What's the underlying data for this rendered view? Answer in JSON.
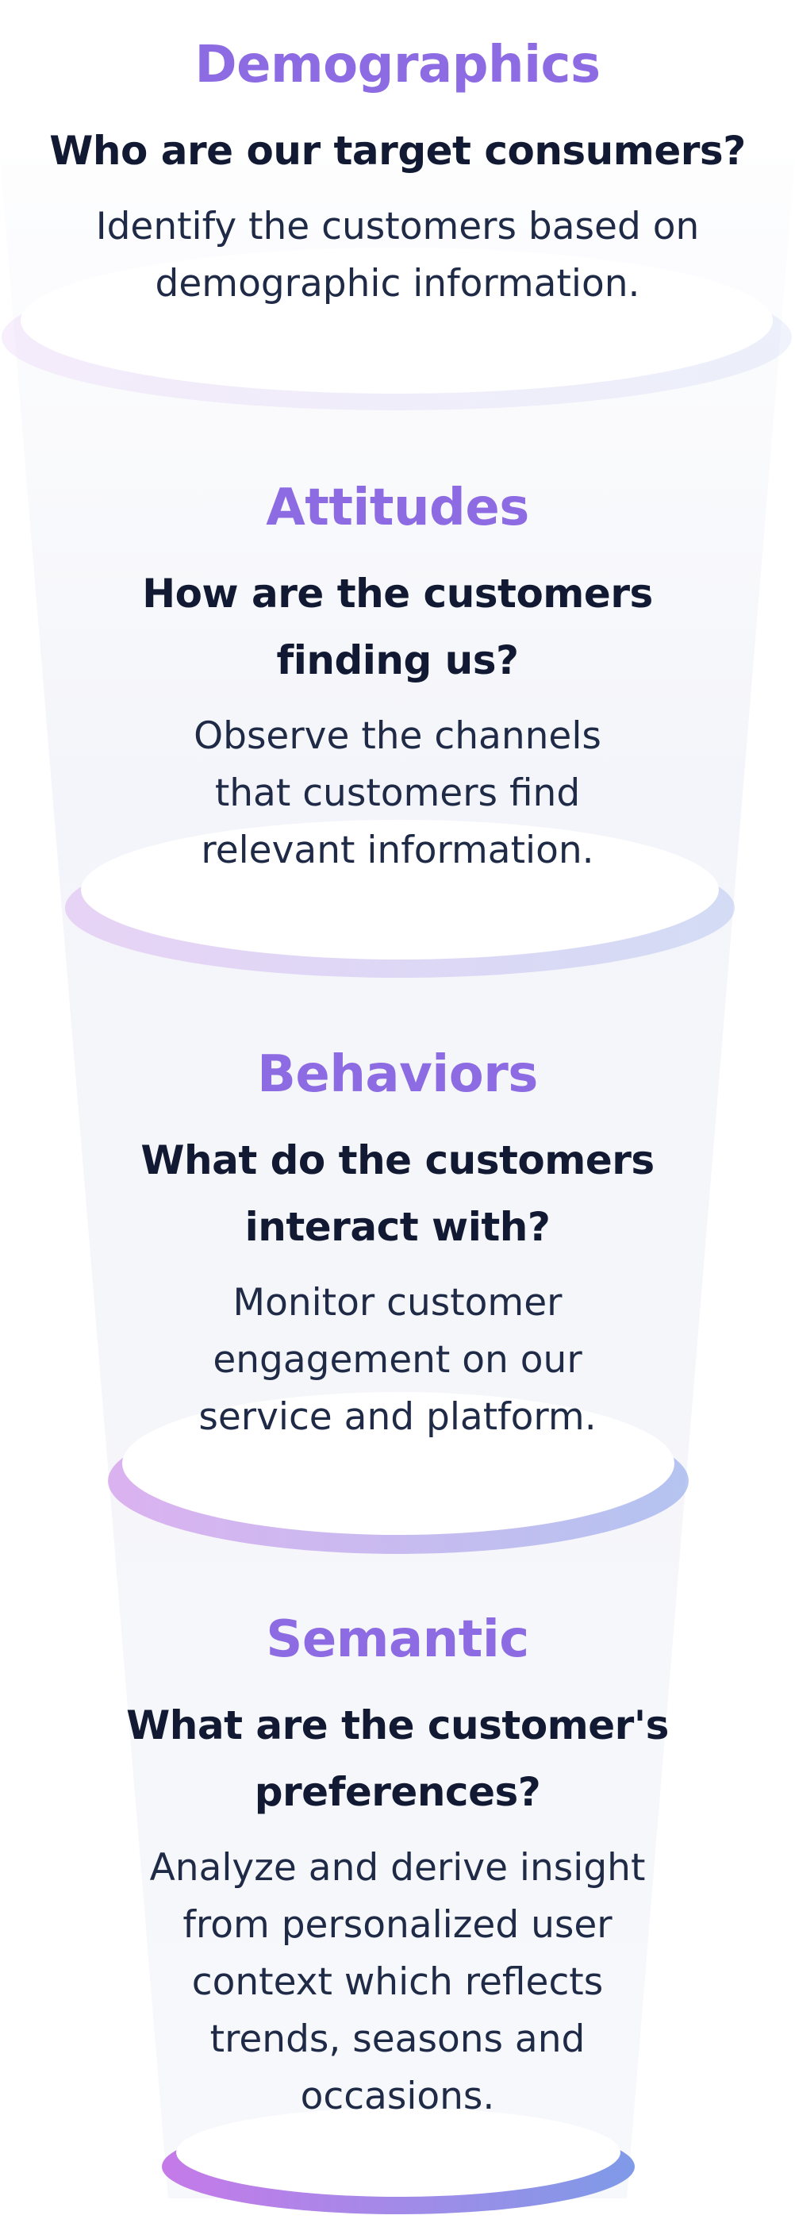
{
  "funnel": {
    "stages": [
      {
        "title": "Demographics",
        "question": "Who are our target consumers?",
        "description": "Identify the customers based on demographic information."
      },
      {
        "title": "Attitudes",
        "question": "How are the customers finding us?",
        "description": "Observe the channels that customers find relevant information."
      },
      {
        "title": "Behaviors",
        "question": "What do the customers interact with?",
        "description": "Monitor customer engagement on our service and platform."
      },
      {
        "title": "Semantic",
        "question": "What are the customer's preferences?",
        "description": "Analyze and derive insight from personalized user context which reflects trends, seasons and occasions."
      }
    ]
  },
  "colors": {
    "title": "#8d6be3",
    "text": "#121a33",
    "ring_left": "#c57ae8",
    "ring_right": "#7f9ae8"
  }
}
